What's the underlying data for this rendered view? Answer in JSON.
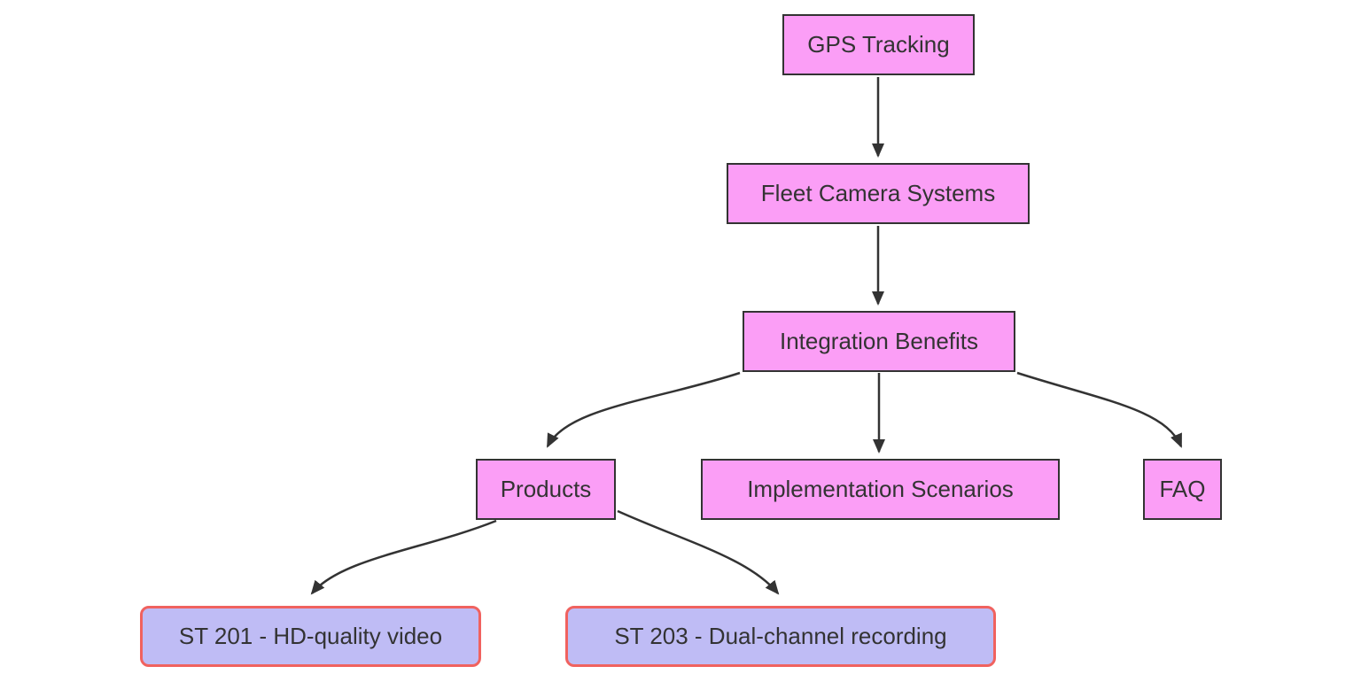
{
  "diagram": {
    "type": "flowchart",
    "direction": "top-down",
    "nodes": [
      {
        "id": "gps",
        "label": "GPS Tracking",
        "kind": "primary"
      },
      {
        "id": "fleet",
        "label": "Fleet Camera Systems",
        "kind": "primary"
      },
      {
        "id": "integration",
        "label": "Integration Benefits",
        "kind": "primary"
      },
      {
        "id": "products",
        "label": "Products",
        "kind": "primary"
      },
      {
        "id": "scenarios",
        "label": "Implementation Scenarios",
        "kind": "primary"
      },
      {
        "id": "faq",
        "label": "FAQ",
        "kind": "primary"
      },
      {
        "id": "st201",
        "label": "ST 201 - HD-quality video",
        "kind": "product"
      },
      {
        "id": "st203",
        "label": "ST 203 - Dual-channel recording",
        "kind": "product"
      }
    ],
    "edges": [
      {
        "from": "gps",
        "to": "fleet"
      },
      {
        "from": "fleet",
        "to": "integration"
      },
      {
        "from": "integration",
        "to": "products"
      },
      {
        "from": "integration",
        "to": "scenarios"
      },
      {
        "from": "integration",
        "to": "faq"
      },
      {
        "from": "products",
        "to": "st201"
      },
      {
        "from": "products",
        "to": "st203"
      }
    ],
    "colors": {
      "node_fill": "#fb9ef6",
      "node_border": "#333333",
      "product_fill": "#bfbcf5",
      "product_border": "#f0625f",
      "edge": "#333333",
      "text": "#333333",
      "background": "#ffffff"
    }
  }
}
